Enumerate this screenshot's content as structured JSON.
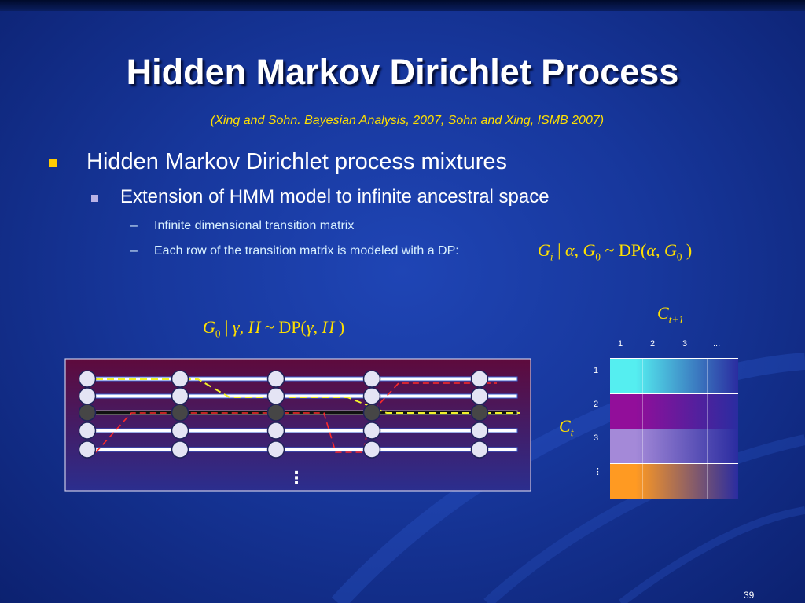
{
  "slide": {
    "title": "Hidden Markov Dirichlet Process",
    "citation": "(Xing and Sohn. Bayesian Analysis, 2007, Sohn and Xing, ISMB 2007)",
    "bullet1": "Hidden Markov Dirichlet process mixtures",
    "bullet2": "Extension of HMM model to infinite ancestral space",
    "dash": "–",
    "bullet3a": "Infinite dimensional transition matrix",
    "bullet3b": "Each row of the transition matrix is modeled with a DP:",
    "page_number": "39"
  },
  "math": {
    "row_dp": {
      "g": "G",
      "i": "i",
      "mid": " | ",
      "alpha": "α",
      "comma": ", ",
      "g2": "G",
      "zero": "0",
      "tilde": " ~ DP(",
      "alpha2": "α",
      "comma2": ", ",
      "g3": "G",
      "zero2": "0",
      "close": " )"
    },
    "base_dp": {
      "g": "G",
      "zero": "0",
      "mid": " | ",
      "gamma": "γ",
      "comma": ", ",
      "h": "H",
      "tilde": " ~ DP(",
      "gamma2": "γ",
      "comma2": ", ",
      "h2": "H",
      "close": " )"
    }
  },
  "matrix": {
    "col_label": {
      "c": "C",
      "sub": "t+1"
    },
    "row_label": {
      "c": "C",
      "sub": "t"
    },
    "col_headers": [
      "1",
      "2",
      "3",
      "..."
    ],
    "row_headers": [
      "1",
      "2",
      "3",
      "⋮"
    ],
    "rows": [
      {
        "name": "row-1",
        "color": "#55eef0"
      },
      {
        "name": "row-2",
        "color": "#920e9a"
      },
      {
        "name": "row-3",
        "color": "#a489d8"
      },
      {
        "name": "row-4",
        "color": "#ff9a22"
      }
    ],
    "fade_to": "#2a2ca0"
  },
  "diagram": {
    "ellipsis": "⋮",
    "panel_top": "#5e0a3c",
    "panel_bottom": "#2b2e8e",
    "node_color": "#e4e4f4",
    "highlight_node_color": "#464646",
    "red_path_color": "#ff2a2a",
    "yellow_path_color": "#f2f22a"
  }
}
